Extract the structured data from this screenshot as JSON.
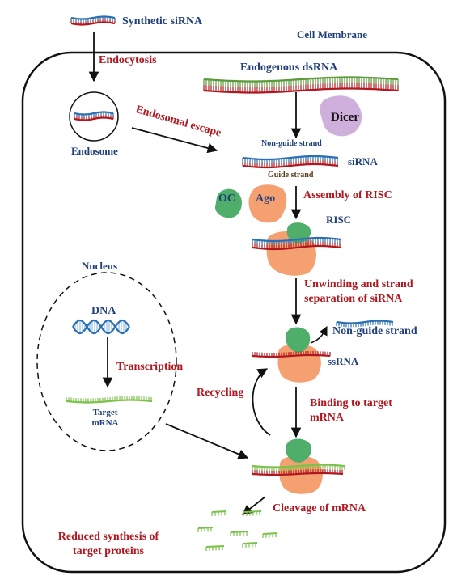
{
  "labels": {
    "synthetic_sirna": "Synthetic siRNA",
    "cell_membrane": "Cell Membrane",
    "endocytosis": "Endocytosis",
    "endogenous_dsrna": "Endogenous dsRNA",
    "endosome": "Endosome",
    "endosomal_escape": "Endosomal escape",
    "dicer": "Dicer",
    "non_guide_strand_top": "Non-guide strand",
    "sirna": "siRNA",
    "guide_strand": "Guide strand",
    "oc": "OC",
    "ago": "Ago",
    "assembly_of_risc": "Assembly of RISC",
    "risc": "RISC",
    "nucleus": "Nucleus",
    "unwinding_line1": "Unwinding and  strand",
    "unwinding_line2": "separation of siRNA",
    "dna": "DNA",
    "non_guide_strand_right": "Non-guide strand",
    "ssrna": "ssRNA",
    "transcription": "Transcription",
    "recycling": "Recycling",
    "binding_line1": "Binding to target",
    "binding_line2": "mRNA",
    "target_line1": "Target",
    "target_line2": "mRNA",
    "cleavage": "Cleavage of mRNA",
    "reduced_line1": "Reduced synthesis of",
    "reduced_line2": "target proteins"
  },
  "colors": {
    "text_blue": "#1f3f7a",
    "text_red": "#b0171f",
    "strand_red": "#b0171f",
    "strand_blue": "#2a6fb3",
    "strand_green": "#5a9a3a",
    "mrna_green": "#7cc24a",
    "ago_orange": "#f5a070",
    "oc_green": "#4fae6a",
    "dicer_purple": "#cfb0dd"
  }
}
